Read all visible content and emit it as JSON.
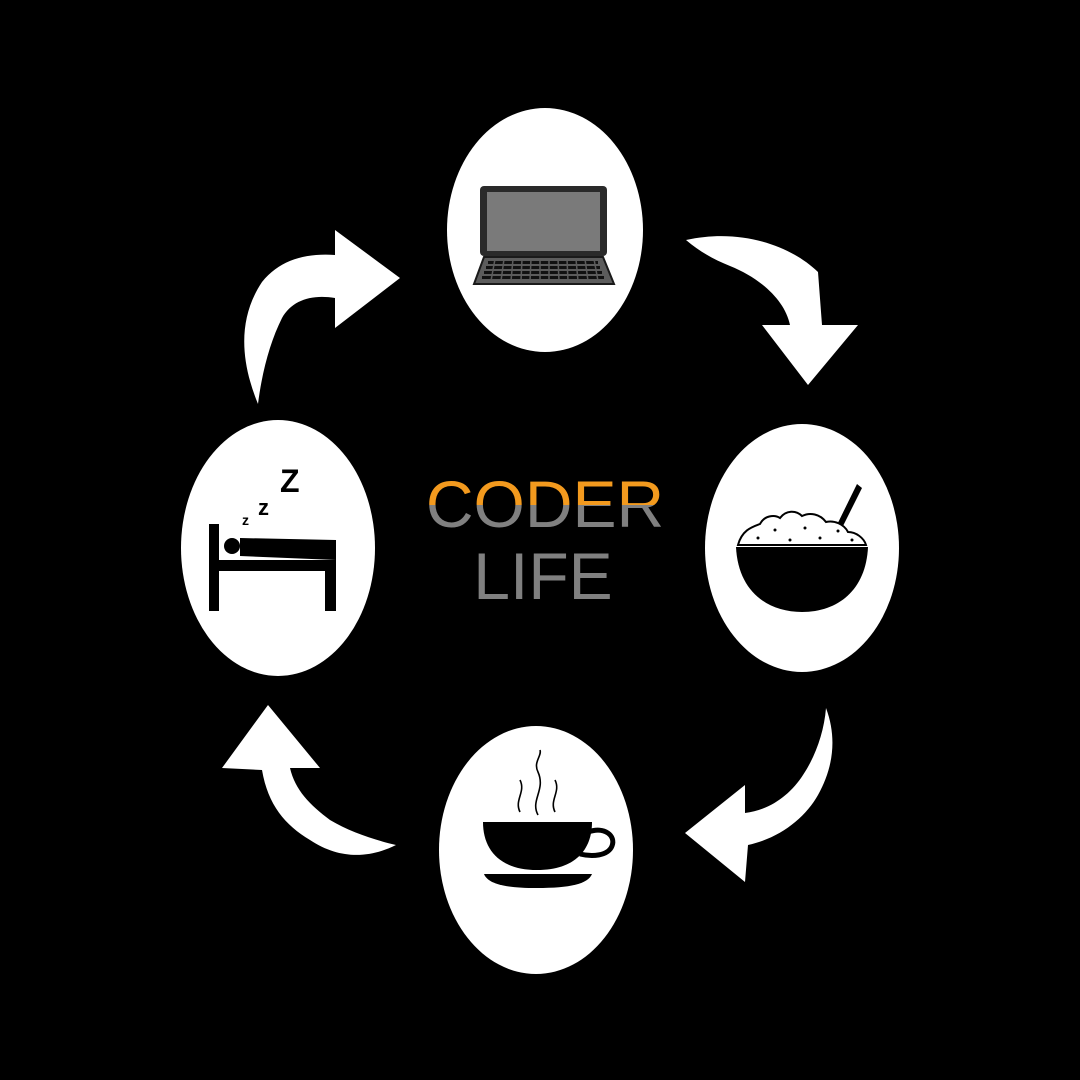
{
  "title": {
    "line1": "CODER",
    "line2": "LIFE"
  },
  "colors": {
    "background": "#000000",
    "node": "#ffffff",
    "arrow": "#ffffff",
    "accent_orange": "#f39a1e",
    "text_gray": "#808080",
    "laptop_screen": "#7a7a7a",
    "laptop_body": "#5c5c5c",
    "icon_dark": "#000000"
  },
  "cycle": {
    "direction": "clockwise",
    "nodes": [
      {
        "id": "code",
        "icon": "laptop-icon"
      },
      {
        "id": "eat",
        "icon": "food-bowl-icon"
      },
      {
        "id": "coffee",
        "icon": "coffee-cup-icon"
      },
      {
        "id": "sleep",
        "icon": "sleeping-bed-icon"
      }
    ],
    "arrows": [
      {
        "from": "code",
        "to": "eat"
      },
      {
        "from": "eat",
        "to": "coffee"
      },
      {
        "from": "coffee",
        "to": "sleep"
      },
      {
        "from": "sleep",
        "to": "code"
      }
    ]
  },
  "sleep_text": [
    "z",
    "z",
    "Z"
  ]
}
